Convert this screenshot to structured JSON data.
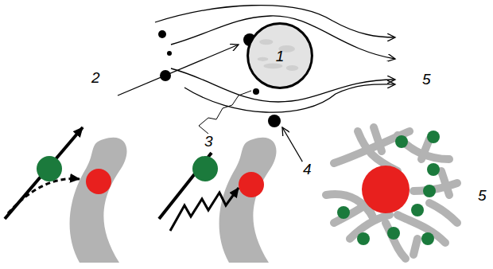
{
  "diagram": {
    "nodes": [
      {
        "text": [
          "1"
        ]
      }
    ],
    "labels": [
      "2",
      "3",
      "4",
      "5",
      "5"
    ]
  }
}
